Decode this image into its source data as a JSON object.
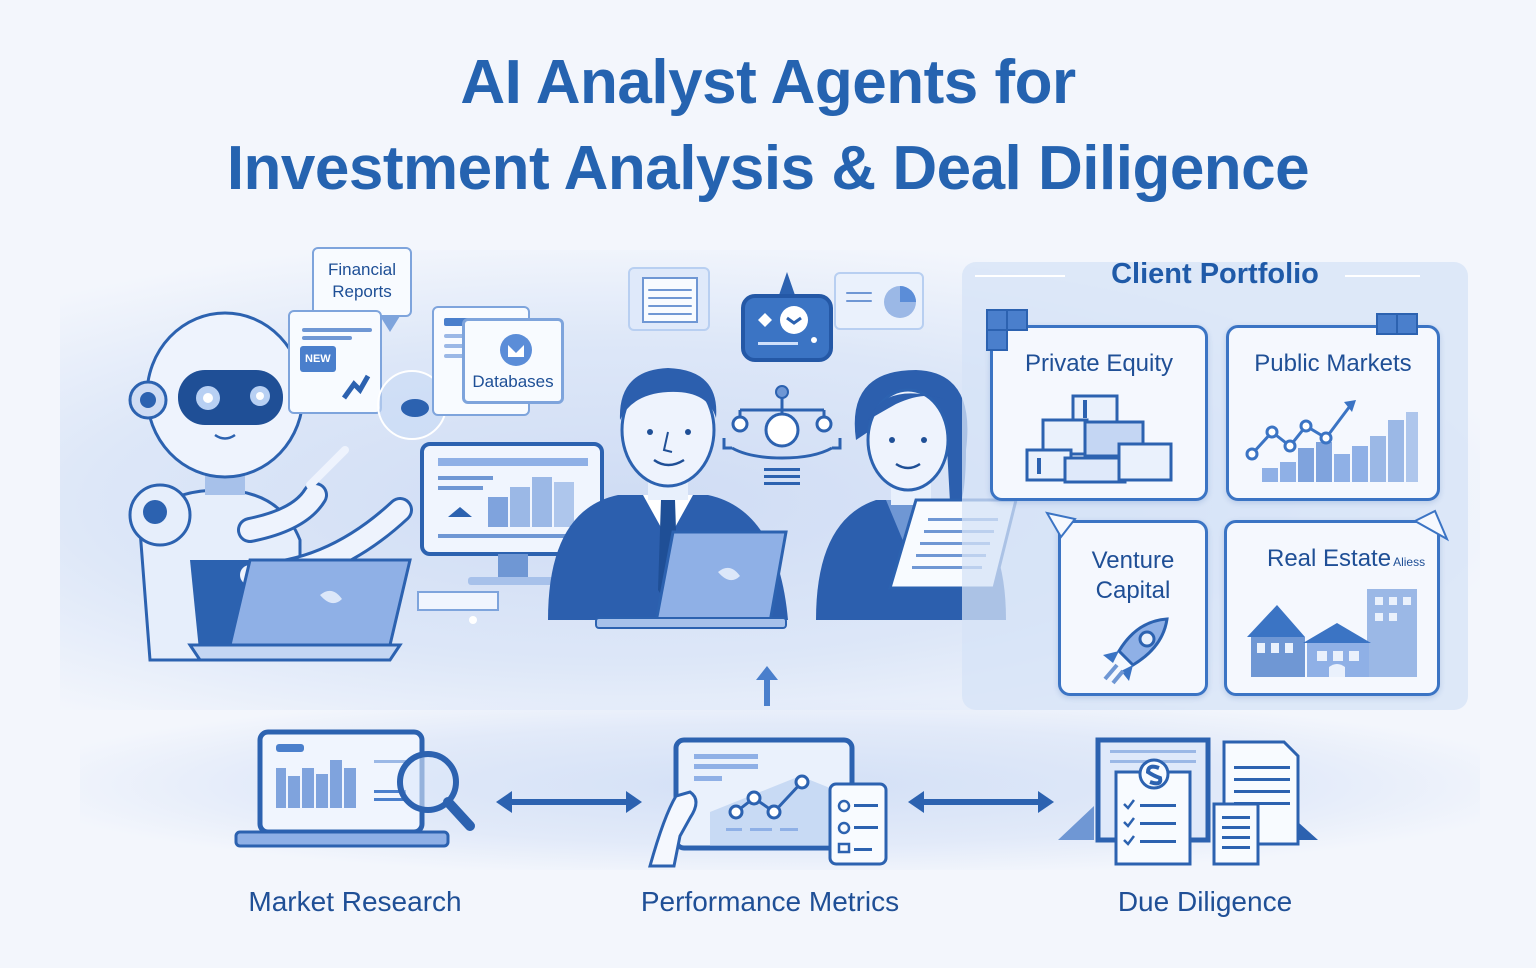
{
  "title": {
    "line1": "AI Analyst Agents for",
    "line2": "Investment Analysis & Deal Diligence"
  },
  "colors": {
    "primary": "#2563b0",
    "dark": "#1f4f96",
    "light": "#d6e3f7",
    "background": "#f3f6fc"
  },
  "left_scene": {
    "bubbles": [
      {
        "label_line1": "Financial",
        "label_line2": "Reports",
        "icon": "speech-bubble"
      },
      {
        "label": "Databases",
        "icon": "database-icon"
      }
    ],
    "news_badge": "NEW",
    "figure": "robot-analyst",
    "devices": [
      "laptop",
      "monitor-with-chart"
    ]
  },
  "center_scene": {
    "figures": [
      "male-analyst-with-laptop",
      "female-analyst-with-document"
    ],
    "icons": [
      "document-icon",
      "ai-assistant-icon",
      "pie-chart-bubble-icon",
      "workflow-nodes-icon"
    ]
  },
  "portfolio": {
    "title": "Client Portfolio",
    "cards": [
      {
        "label": "Private Equity",
        "icon": "stacked-boxes-icon"
      },
      {
        "label": "Public Markets",
        "icon": "line-bar-chart-icon"
      },
      {
        "label_line1": "Venture",
        "label_line2": "Capital",
        "icon": "rocket-icon"
      },
      {
        "label": "Real Estate",
        "suffix": "Aliess",
        "icon": "buildings-icon"
      }
    ]
  },
  "steps": [
    {
      "label": "Market Research",
      "icon": "laptop-magnifier-icon"
    },
    {
      "label": "Performance Metrics",
      "icon": "tablet-chart-icon"
    },
    {
      "label": "Due Diligence",
      "icon": "checklist-documents-icon"
    }
  ]
}
